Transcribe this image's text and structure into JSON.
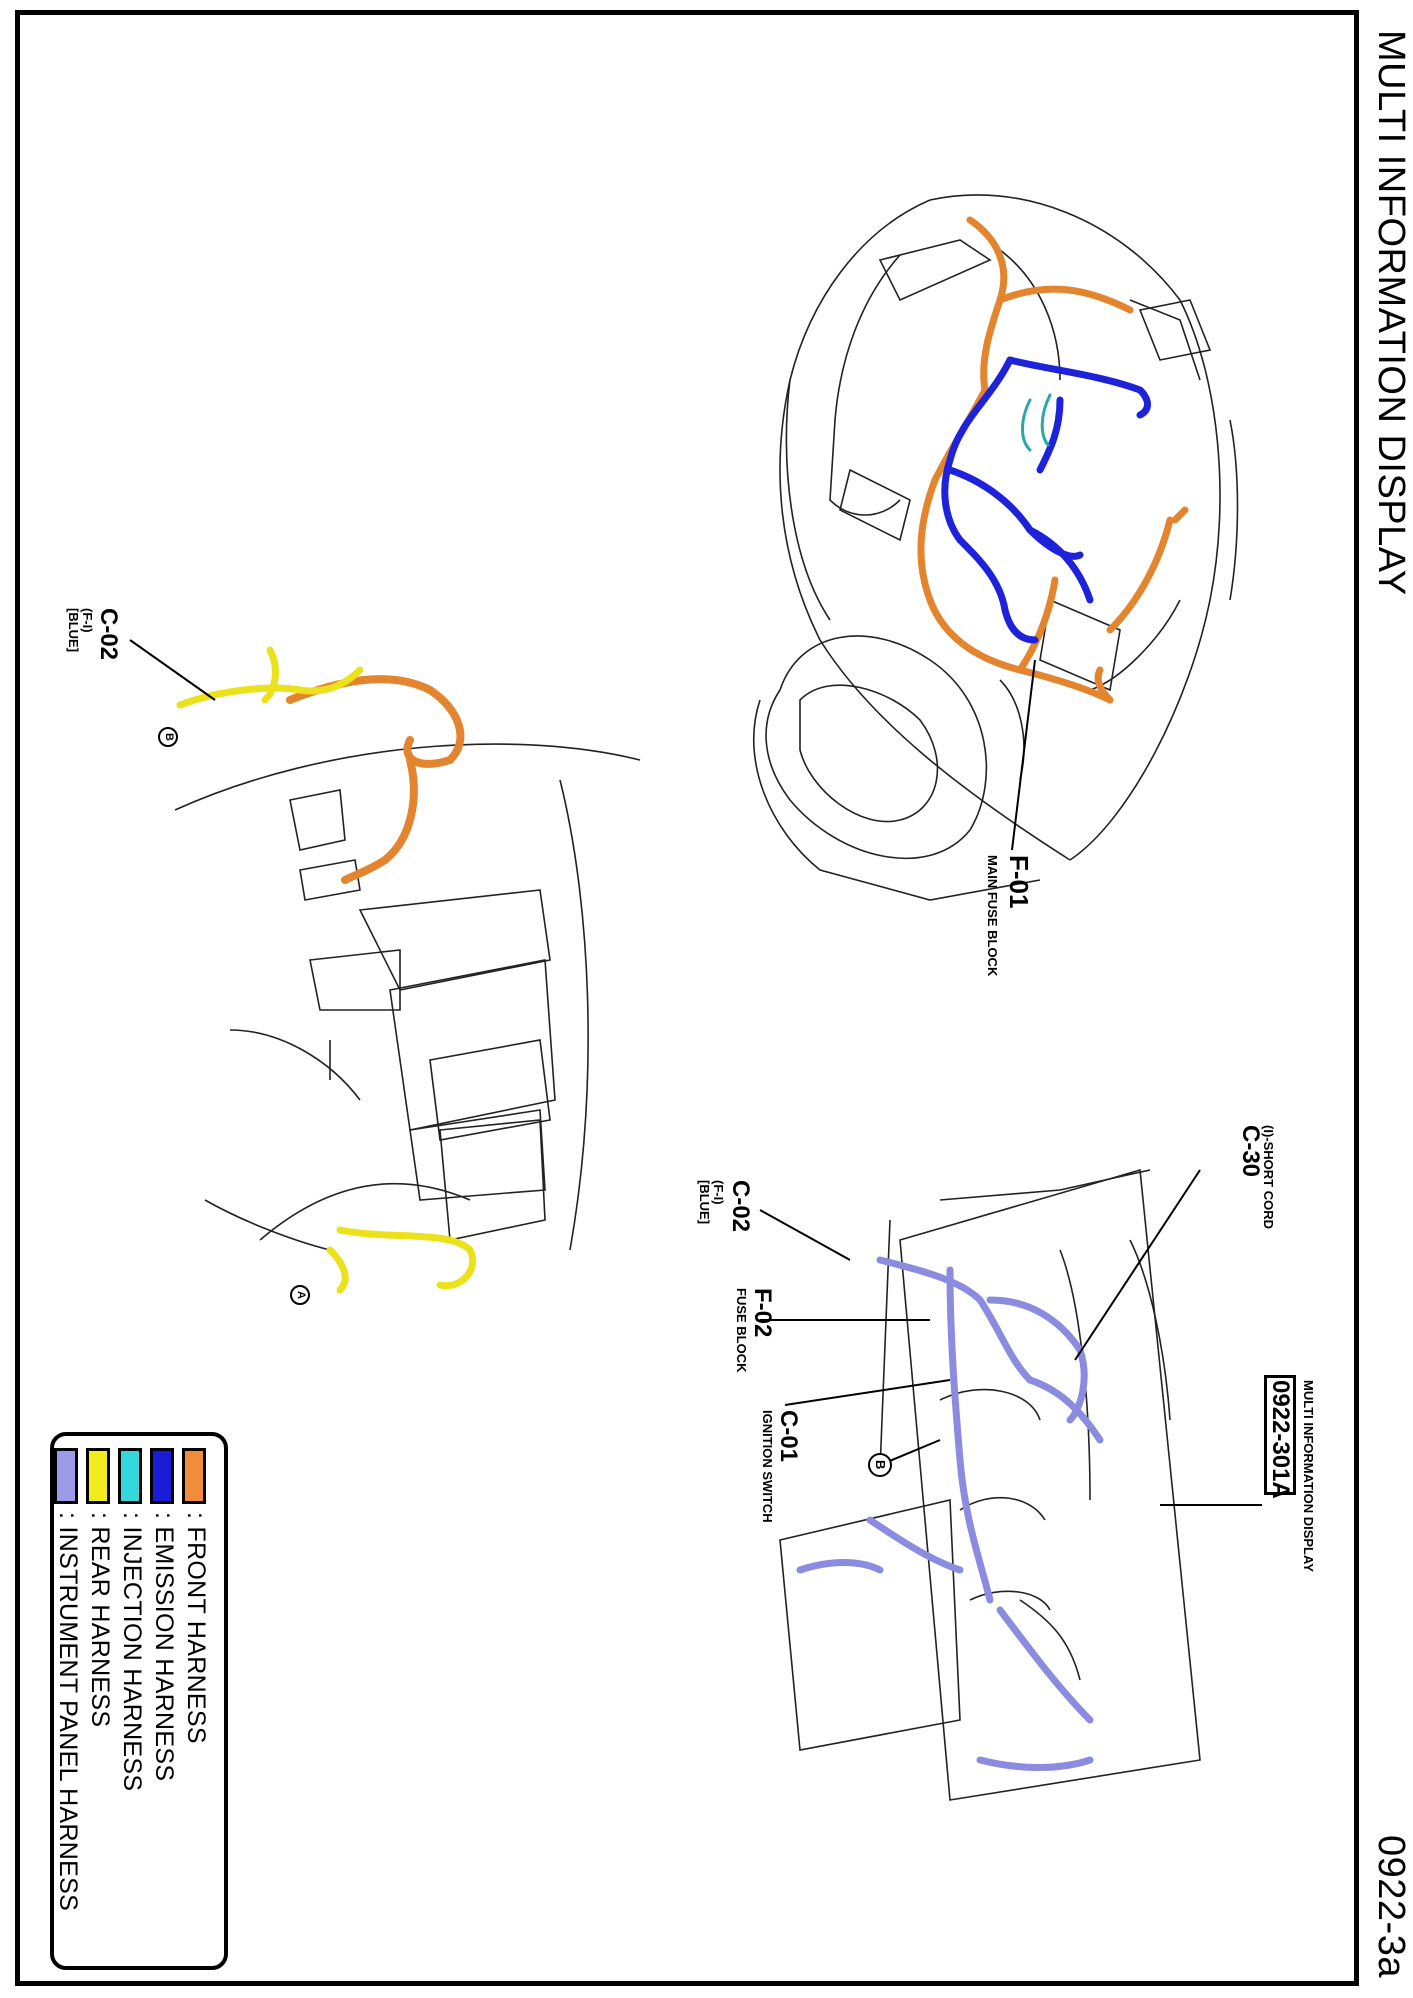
{
  "page": {
    "title": "MULTI INFORMATION DISPLAY",
    "page_number": "0922-3a"
  },
  "callouts": {
    "f01_code": "F-01",
    "f01_desc": "MAIN FUSE BLOCK",
    "c02_top_code": "C-02",
    "c02_top_sub1": "(F-I)",
    "c02_top_sub2": "[BLUE]",
    "c02_bot_code": "C-02",
    "c02_bot_sub1": "(F-I)",
    "c02_bot_sub2": "[BLUE]",
    "c30_code": "C-30",
    "c30_desc": "(I)-SHORT CORD",
    "f02_code": "F-02",
    "f02_desc": "FUSE BLOCK",
    "c01_code": "C-01",
    "c01_desc": "IGNITION SWITCH",
    "mid_box": "0922-301A",
    "mid_desc": "MULTI INFORMATION DISPLAY",
    "circle_b_top": "B",
    "circle_a": "A",
    "circle_b_bot": "B"
  },
  "legend": {
    "items": [
      {
        "label": ": FRONT HARNESS",
        "color": "#f08c3a"
      },
      {
        "label": ": EMISSION HARNESS",
        "color": "#1c1cd6"
      },
      {
        "label": ": INJECTION HARNESS",
        "color": "#35d8dd"
      },
      {
        "label": ": REAR HARNESS",
        "color": "#f2ec1a"
      },
      {
        "label": ": INSTRUMENT PANEL HARNESS",
        "color": "#9b9be8"
      }
    ]
  }
}
